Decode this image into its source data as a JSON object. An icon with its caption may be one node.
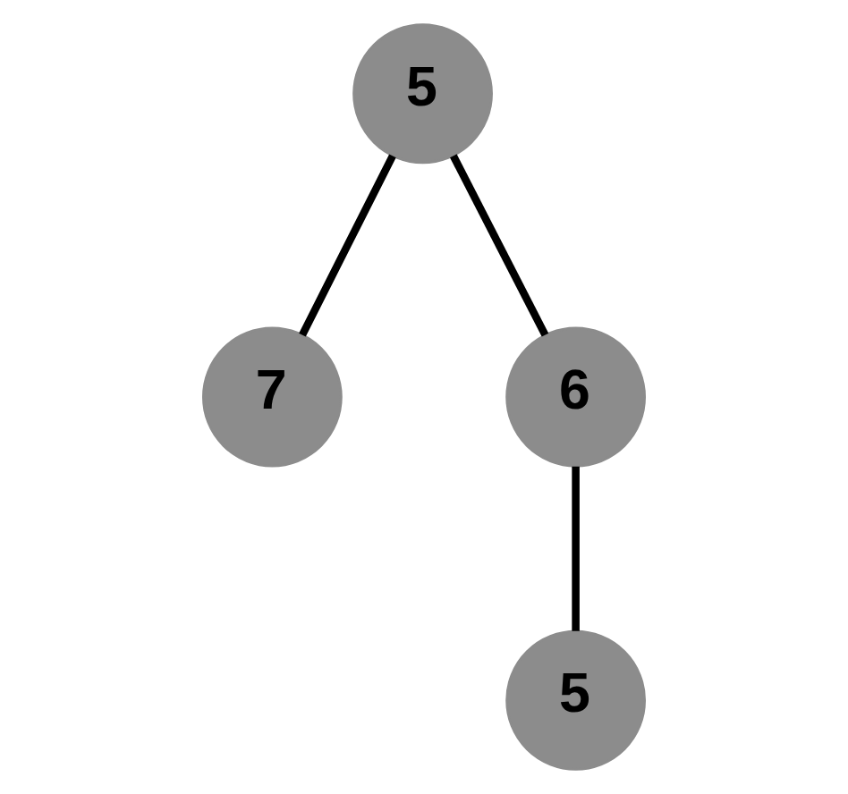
{
  "diagram": {
    "nodes": [
      {
        "text": [
          "5"
        ]
      },
      {
        "text": [
          "7"
        ]
      },
      {
        "text": [
          "6"
        ]
      },
      {
        "text": [
          "5"
        ]
      }
    ],
    "edges": [
      {
        "from": 0,
        "to": 1,
        "arrow": "none"
      },
      {
        "from": 0,
        "to": 2,
        "arrow": "none"
      },
      {
        "from": 2,
        "to": 3,
        "arrow": "none"
      }
    ]
  }
}
